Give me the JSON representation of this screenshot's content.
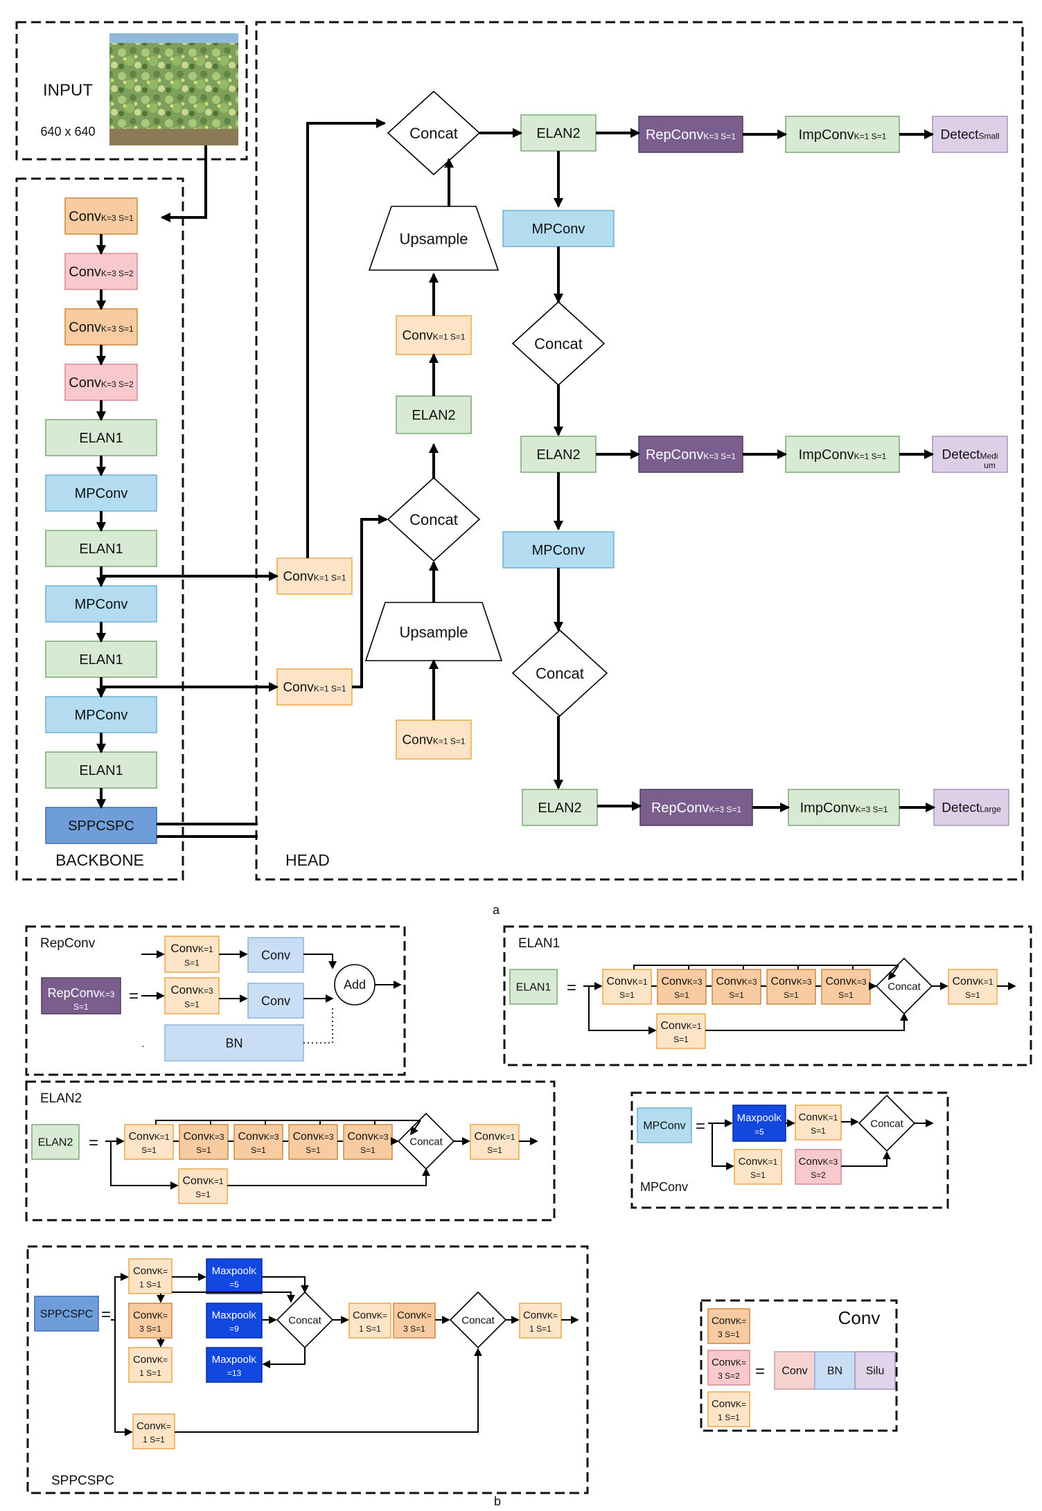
{
  "figure_labels": {
    "a": "a",
    "b": "b"
  },
  "input": {
    "label": "INPUT",
    "size": "640 x 640"
  },
  "backbone": {
    "label": "BACKBONE",
    "blocks": [
      {
        "main": "Conv",
        "sub": "K=3 S=1",
        "type": "conv_s1"
      },
      {
        "main": "Conv",
        "sub": "K=3 S=2",
        "type": "conv_s2"
      },
      {
        "main": "Conv",
        "sub": "K=3 S=1",
        "type": "conv_s1"
      },
      {
        "main": "Conv",
        "sub": "K=3 S=2",
        "type": "conv_s2"
      },
      {
        "main": "ELAN1",
        "sub": "",
        "type": "elan"
      },
      {
        "main": "MPConv",
        "sub": "",
        "type": "mpconv"
      },
      {
        "main": "ELAN1",
        "sub": "",
        "type": "elan"
      },
      {
        "main": "MPConv",
        "sub": "",
        "type": "mpconv"
      },
      {
        "main": "ELAN1",
        "sub": "",
        "type": "elan"
      },
      {
        "main": "MPConv",
        "sub": "",
        "type": "mpconv"
      },
      {
        "main": "ELAN1",
        "sub": "",
        "type": "elan"
      },
      {
        "main": "SPPCSPC",
        "sub": "",
        "type": "sppcspc"
      }
    ]
  },
  "head": {
    "label": "HEAD",
    "concat": "Concat",
    "upsample": "Upsample",
    "elan2": "ELAN2",
    "mpconv": "MPConv",
    "conv1": {
      "main": "Conv",
      "sub": "K=1 S=1"
    },
    "repconv": {
      "main": "RepConv",
      "sub": "K=3 S=1"
    },
    "impconv1": {
      "main": "ImpConv",
      "sub": "K=1 S=1"
    },
    "impconv3": {
      "main": "ImpConv",
      "sub": "K=3 S=1"
    },
    "detect_small": {
      "main": "Detect",
      "sub": "Small"
    },
    "detect_medium": {
      "main": "Detect",
      "sub": "Medi",
      "sub2": "um"
    },
    "detect_large": {
      "main": "Detect",
      "sub": "Large"
    }
  },
  "repconv_panel": {
    "title": "RepConv",
    "lhs_main": "RepConv",
    "lhs_sub1": "K=3",
    "lhs_sub2": "S=1",
    "eq": "=",
    "branch1": {
      "main": "Conv",
      "sub1": "K=1",
      "sub2": "S=1"
    },
    "branch2": {
      "main": "Conv",
      "sub1": "K=3",
      "sub2": "S=1"
    },
    "conv": "Conv",
    "bn": "BN",
    "add": "Add",
    "dot": "."
  },
  "elan1_panel": {
    "title": "ELAN1",
    "lhs": "ELAN1",
    "eq": "=",
    "chain": [
      {
        "l1": "Conv",
        "s1": "K=1",
        "l2": "S=1",
        "type": "conv_k1"
      },
      {
        "l1": "Conv",
        "s1": "K=3",
        "l2": "S=1",
        "type": "conv_s1"
      },
      {
        "l1": "Conv",
        "s1": "K=3",
        "l2": "S=1",
        "type": "conv_s1"
      },
      {
        "l1": "Conv",
        "s1": "K=3",
        "l2": "S=1",
        "type": "conv_s1"
      },
      {
        "l1": "Conv",
        "s1": "K=3",
        "l2": "S=1",
        "type": "conv_s1"
      }
    ],
    "bottom": {
      "l1": "Conv",
      "s1": "K=1",
      "l2": "S=1"
    },
    "concat": "Concat",
    "out": {
      "l1": "Conv",
      "s1": "K=1",
      "l2": "S=1"
    }
  },
  "elan2_panel": {
    "title": "ELAN2",
    "lhs": "ELAN2",
    "eq": "=",
    "chain": [
      {
        "l1": "Conv",
        "s1": "K=1",
        "l2": "S=1",
        "type": "conv_k1"
      },
      {
        "l1": "Conv",
        "s1": "K=3",
        "l2": "S=1",
        "type": "conv_s1"
      },
      {
        "l1": "Conv",
        "s1": "K=3",
        "l2": "S=1",
        "type": "conv_s1"
      },
      {
        "l1": "Conv",
        "s1": "K=3",
        "l2": "S=1",
        "type": "conv_s1"
      },
      {
        "l1": "Conv",
        "s1": "K=3",
        "l2": "S=1",
        "type": "conv_s1"
      }
    ],
    "bottom": {
      "l1": "Conv",
      "s1": "K=1",
      "l2": "S=1"
    },
    "concat": "Concat",
    "out": {
      "l1": "Conv",
      "s1": "K=1",
      "l2": "S=1"
    }
  },
  "mpconv_panel": {
    "title": "MPConv",
    "lhs": "MPConv",
    "eq": "=",
    "maxpool": {
      "l1": "Maxpool",
      "s1": "K",
      "l2": "=5"
    },
    "conv_top": {
      "l1": "Conv",
      "s1": "K=1",
      "l2": "S=1"
    },
    "conv_left": {
      "l1": "Conv",
      "s1": "K=1",
      "l2": "S=1"
    },
    "conv_s2": {
      "l1": "Conv",
      "s1": "K=3",
      "l2": "S=2"
    },
    "concat": "Concat"
  },
  "sppcspc_panel": {
    "title": "SPPCSPC",
    "lhs": "SPPCSPC",
    "eq": "=",
    "c1": {
      "l1": "Conv",
      "s1": "K=",
      "l2": "1 S=1"
    },
    "c2": {
      "l1": "Conv",
      "s1": "K=",
      "l2": "3 S=1"
    },
    "c3": {
      "l1": "Conv",
      "s1": "K=",
      "l2": "1 S=1"
    },
    "c4": {
      "l1": "Conv",
      "s1": "K=",
      "l2": "1 S=1"
    },
    "mp5": {
      "l1": "Maxpool",
      "s1": "K",
      "l2": "=5"
    },
    "mp9": {
      "l1": "Maxpool",
      "s1": "K",
      "l2": "=9"
    },
    "mp13": {
      "l1": "Maxpool",
      "s1": "K",
      "l2": "=13"
    },
    "concat": "Concat",
    "after1": {
      "l1": "Conv",
      "s1": "K=",
      "l2": "1 S=1"
    },
    "after2": {
      "l1": "Conv",
      "s1": "K=",
      "l2": "3 S=1"
    },
    "out": {
      "l1": "Conv",
      "s1": "K=",
      "l2": "1 S=1"
    }
  },
  "conv_legend": {
    "title": "Conv",
    "eq": "=",
    "items": [
      {
        "l1": "Conv",
        "s1": "K=",
        "l2": "3 S=1",
        "type": "conv_s1"
      },
      {
        "l1": "Conv",
        "s1": "K=",
        "l2": "3 S=2",
        "type": "conv_s2"
      },
      {
        "l1": "Conv",
        "s1": "K=",
        "l2": "1 S=1",
        "type": "conv_k1"
      }
    ],
    "parts": [
      "Conv",
      "BN",
      "Silu"
    ]
  },
  "colors": {
    "conv_s1": "#f8cba0",
    "conv_s2": "#f8c9cc",
    "conv_k1": "#fde4c7",
    "conv_k1_border": "#e8a94a",
    "elan": "#d8ead4",
    "mpconv": "#b3dcf0",
    "sppcspc": "#6f9dd9",
    "repconv": "#7a5f8e",
    "detect": "#ddd0e6",
    "maxpool": "#1247e0",
    "bn": "#c9def5",
    "silu": "#e0d4ea"
  }
}
